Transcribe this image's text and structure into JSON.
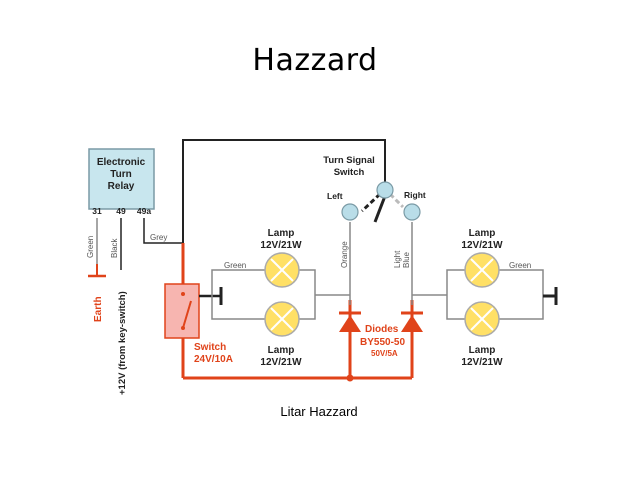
{
  "slide": {
    "title": "Hazzard",
    "caption": "Litar Hazzard"
  },
  "relay": {
    "label_lines": [
      "Electronic",
      "Turn",
      "Relay"
    ],
    "terminals": [
      "31",
      "49",
      "49a"
    ]
  },
  "wires": {
    "green": "Green",
    "black": "Black",
    "grey": "Grey",
    "orange": "Orange",
    "light_blue_lines": [
      "Light",
      "Blue"
    ]
  },
  "labels": {
    "earth": "Earth",
    "supply": "+12V (from key-switch)",
    "turn_signal_lines": [
      "Turn Signal",
      "Switch"
    ],
    "left": "Left",
    "right": "Right",
    "switch_lines": [
      "Switch",
      "24V/10A"
    ],
    "diodes_lines": [
      "Diodes",
      "BY550-50",
      "50V/5A"
    ],
    "lamp_lines": [
      "Lamp",
      "12V/21W"
    ]
  },
  "colors": {
    "red": "#e0431a",
    "relay_fill": "#c8e6ee",
    "lamp_fill": "#ffe066",
    "switch_fill": "#f7b5b0",
    "ball": "#b9dde8"
  }
}
